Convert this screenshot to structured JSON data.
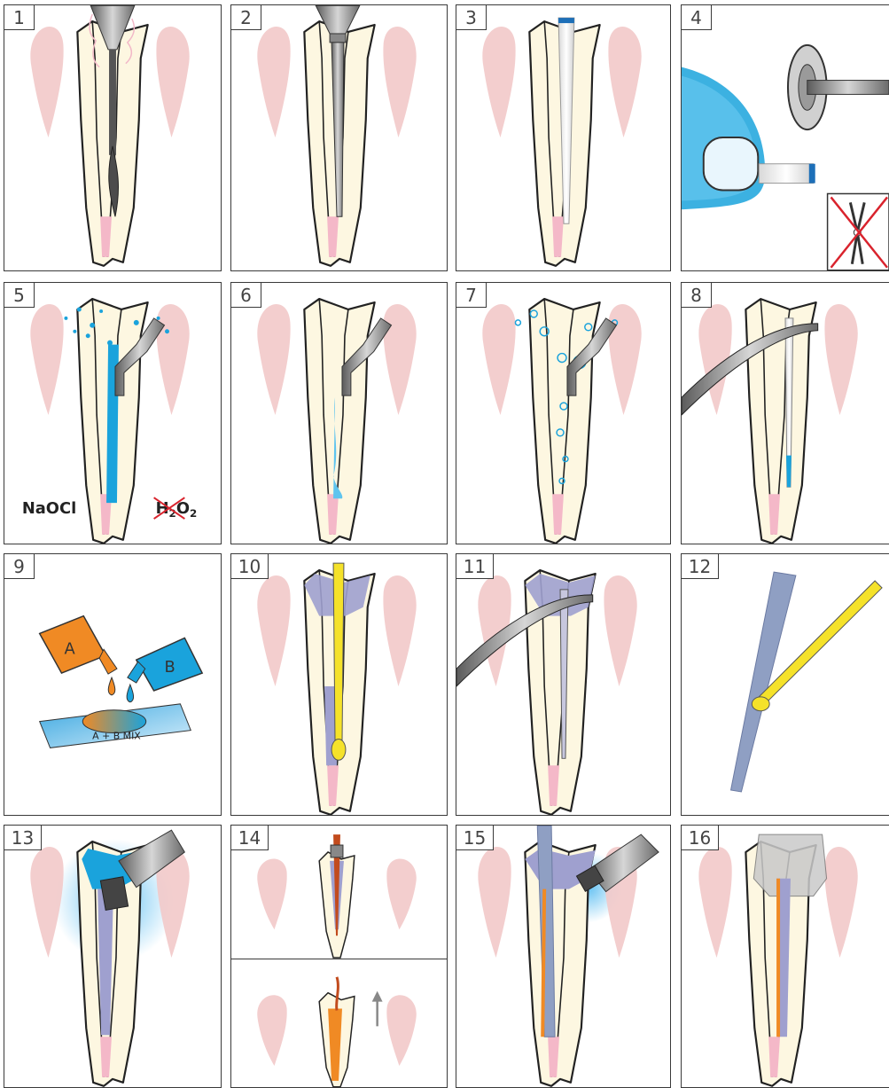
{
  "steps": [
    {
      "number": "1"
    },
    {
      "number": "2"
    },
    {
      "number": "3"
    },
    {
      "number": "4"
    },
    {
      "number": "5",
      "label_left": "NaOCl",
      "label_right": "H2O2",
      "label_right_base": "H",
      "label_right_sub1": "2",
      "label_right_mid": "O",
      "label_right_sub2": "2"
    },
    {
      "number": "6"
    },
    {
      "number": "7"
    },
    {
      "number": "8"
    },
    {
      "number": "9",
      "bottle_a": "A",
      "bottle_b": "B",
      "mix_label": "A + B  MIX"
    },
    {
      "number": "10"
    },
    {
      "number": "11"
    },
    {
      "number": "12"
    },
    {
      "number": "13"
    },
    {
      "number": "14"
    },
    {
      "number": "15"
    },
    {
      "number": "16"
    }
  ],
  "colors": {
    "gum": "#f2c9c9",
    "tooth": "#fdf7e1",
    "outline": "#222222",
    "pulp": "#f4b8c8",
    "cement": "#9fa0cf",
    "blue": "#1aa3dc",
    "orange": "#f08a24",
    "yellow": "#f5e22a",
    "steel": "#8a8a8a",
    "red": "#d9232d"
  },
  "icons": [
    "dental-handpiece-icon",
    "ultrasonic-tip-icon",
    "fiber-post-icon",
    "pliers-crossed-icon",
    "tweezers-icon",
    "dropper-bottle-icon",
    "curing-light-icon",
    "arrow-up-icon"
  ]
}
